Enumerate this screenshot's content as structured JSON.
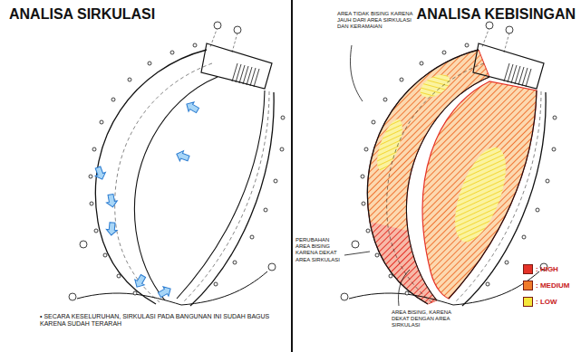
{
  "diagram": {
    "labels": [
      "ANALISA SIRKULASI",
      "ANALISA KEBISINGAN",
      "• SECARA KESELURUHAN, SIRKULASI PADA BANGUNAN INI SUDAH BAGUS KARENA SUDAH TERARAH",
      "AREA TIDAK BISING KARENA JAUH DARI AREA SIRKULASI DAN KERAMAIAN",
      "PERUBAHAN AREA BISING KARENA DEKAT AREA SIRKULASI",
      "AREA BISING, KARENA DEKAT DENGAN AREA SIRKULASI"
    ],
    "legend": [
      {
        "text": ": HIGH",
        "color": "#e53228"
      },
      {
        "text": ": MEDIUM",
        "color": "#f07a2a"
      },
      {
        "text": ": LOW",
        "color": "#f5e63a"
      }
    ]
  }
}
